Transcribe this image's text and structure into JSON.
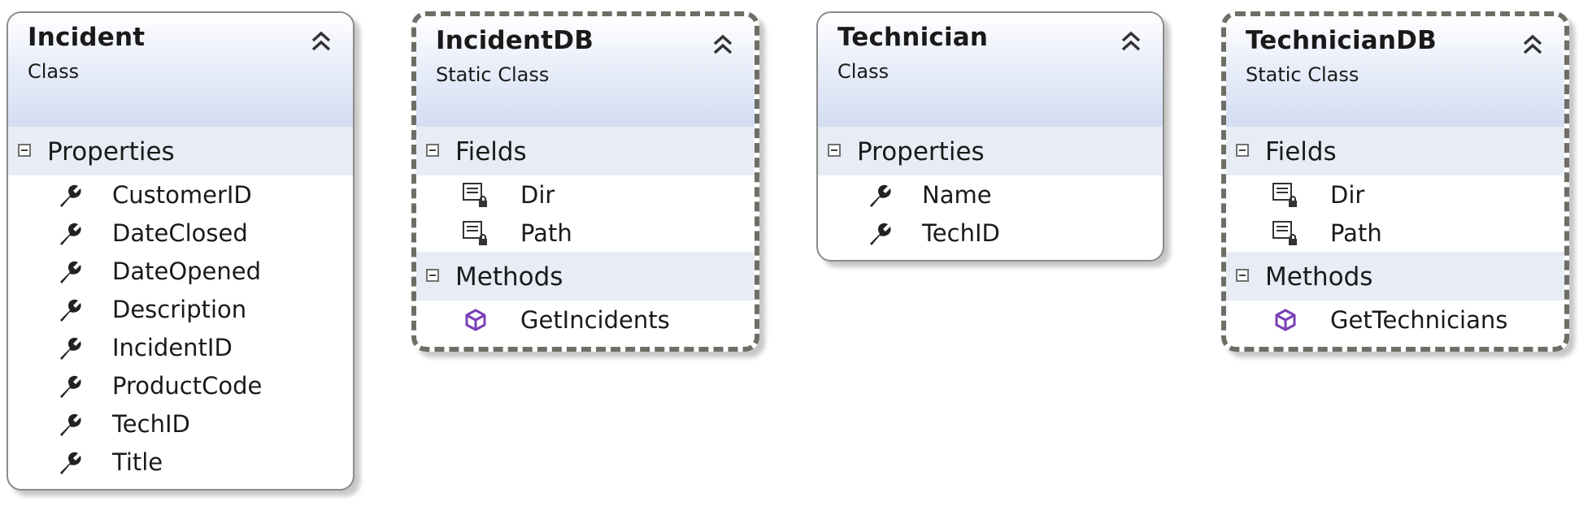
{
  "shapes": [
    {
      "name": "Incident",
      "kind": "Class",
      "style": "solid",
      "sections": [
        {
          "label": "Properties",
          "items": [
            {
              "label": "CustomerID",
              "icon": "property-wrench-icon"
            },
            {
              "label": "DateClosed",
              "icon": "property-wrench-icon"
            },
            {
              "label": "DateOpened",
              "icon": "property-wrench-icon"
            },
            {
              "label": "Description",
              "icon": "property-wrench-icon"
            },
            {
              "label": "IncidentID",
              "icon": "property-wrench-icon"
            },
            {
              "label": "ProductCode",
              "icon": "property-wrench-icon"
            },
            {
              "label": "TechID",
              "icon": "property-wrench-icon"
            },
            {
              "label": "Title",
              "icon": "property-wrench-icon"
            }
          ]
        }
      ]
    },
    {
      "name": "IncidentDB",
      "kind": "Static Class",
      "style": "dashed",
      "sections": [
        {
          "label": "Fields",
          "items": [
            {
              "label": "Dir",
              "icon": "private-field-icon"
            },
            {
              "label": "Path",
              "icon": "private-field-icon"
            }
          ]
        },
        {
          "label": "Methods",
          "items": [
            {
              "label": "GetIncidents",
              "icon": "method-cube-icon"
            }
          ]
        }
      ]
    },
    {
      "name": "Technician",
      "kind": "Class",
      "style": "solid",
      "sections": [
        {
          "label": "Properties",
          "items": [
            {
              "label": "Name",
              "icon": "property-wrench-icon"
            },
            {
              "label": "TechID",
              "icon": "property-wrench-icon"
            }
          ]
        }
      ]
    },
    {
      "name": "TechnicianDB",
      "kind": "Static Class",
      "style": "dashed",
      "sections": [
        {
          "label": "Fields",
          "items": [
            {
              "label": "Dir",
              "icon": "private-field-icon"
            },
            {
              "label": "Path",
              "icon": "private-field-icon"
            }
          ]
        },
        {
          "label": "Methods",
          "items": [
            {
              "label": "GetTechnicians",
              "icon": "method-cube-icon"
            }
          ]
        }
      ]
    }
  ],
  "colors": {
    "header_gradient_end": "#d3ddf3",
    "section_band": "#e8ecf5",
    "method_icon": "#7b3fb5",
    "dashed_border": "#6e6e66"
  }
}
